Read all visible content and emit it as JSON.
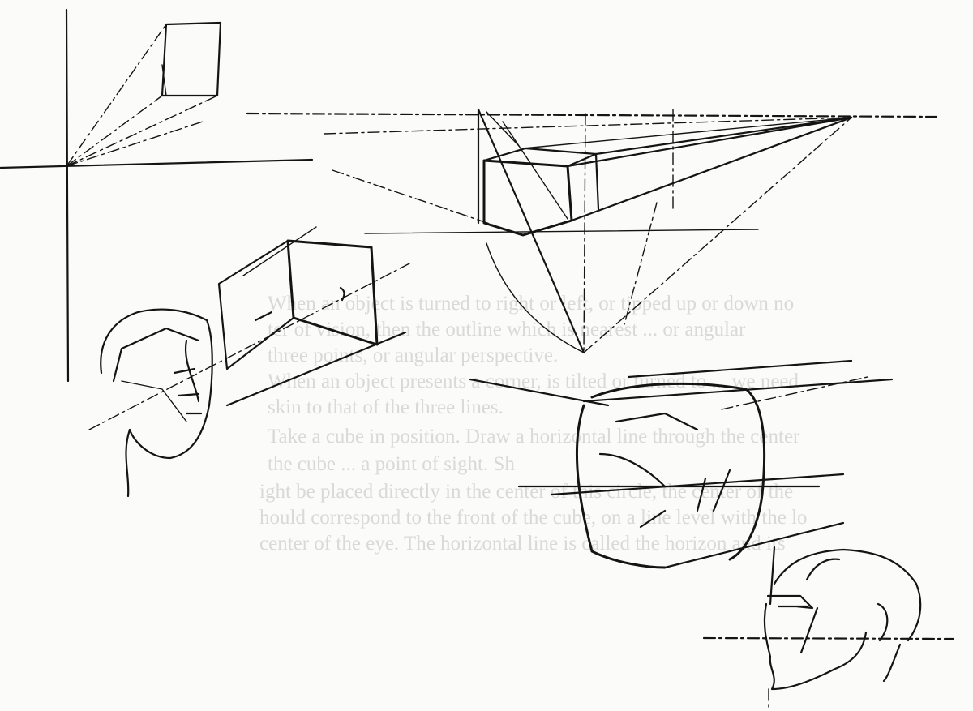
{
  "page": {
    "bleed_through_text": [
      "When an object is turned to right or left, or tipped up or down no",
      "ter of vision, then the outline which is nearest ... or angular",
      "three points, or angular perspective.",
      "When an object presents a corner, is tilted or turned to ... we need",
      "skin to that of the three lines.",
      "Take a cube in position. Draw a horizontal line through the center",
      "the cube ... a point of sight. Sh",
      "ight be placed directly in the center of this circle, the center of the",
      "hould correspond to the front of the cube, on a line level with the lo",
      "center of the eye. The horizontal line is called the horizon and its"
    ]
  },
  "colors": {
    "ink": "#141414",
    "paper": "#fbfbfa",
    "bleed": "#d9d9d6"
  }
}
